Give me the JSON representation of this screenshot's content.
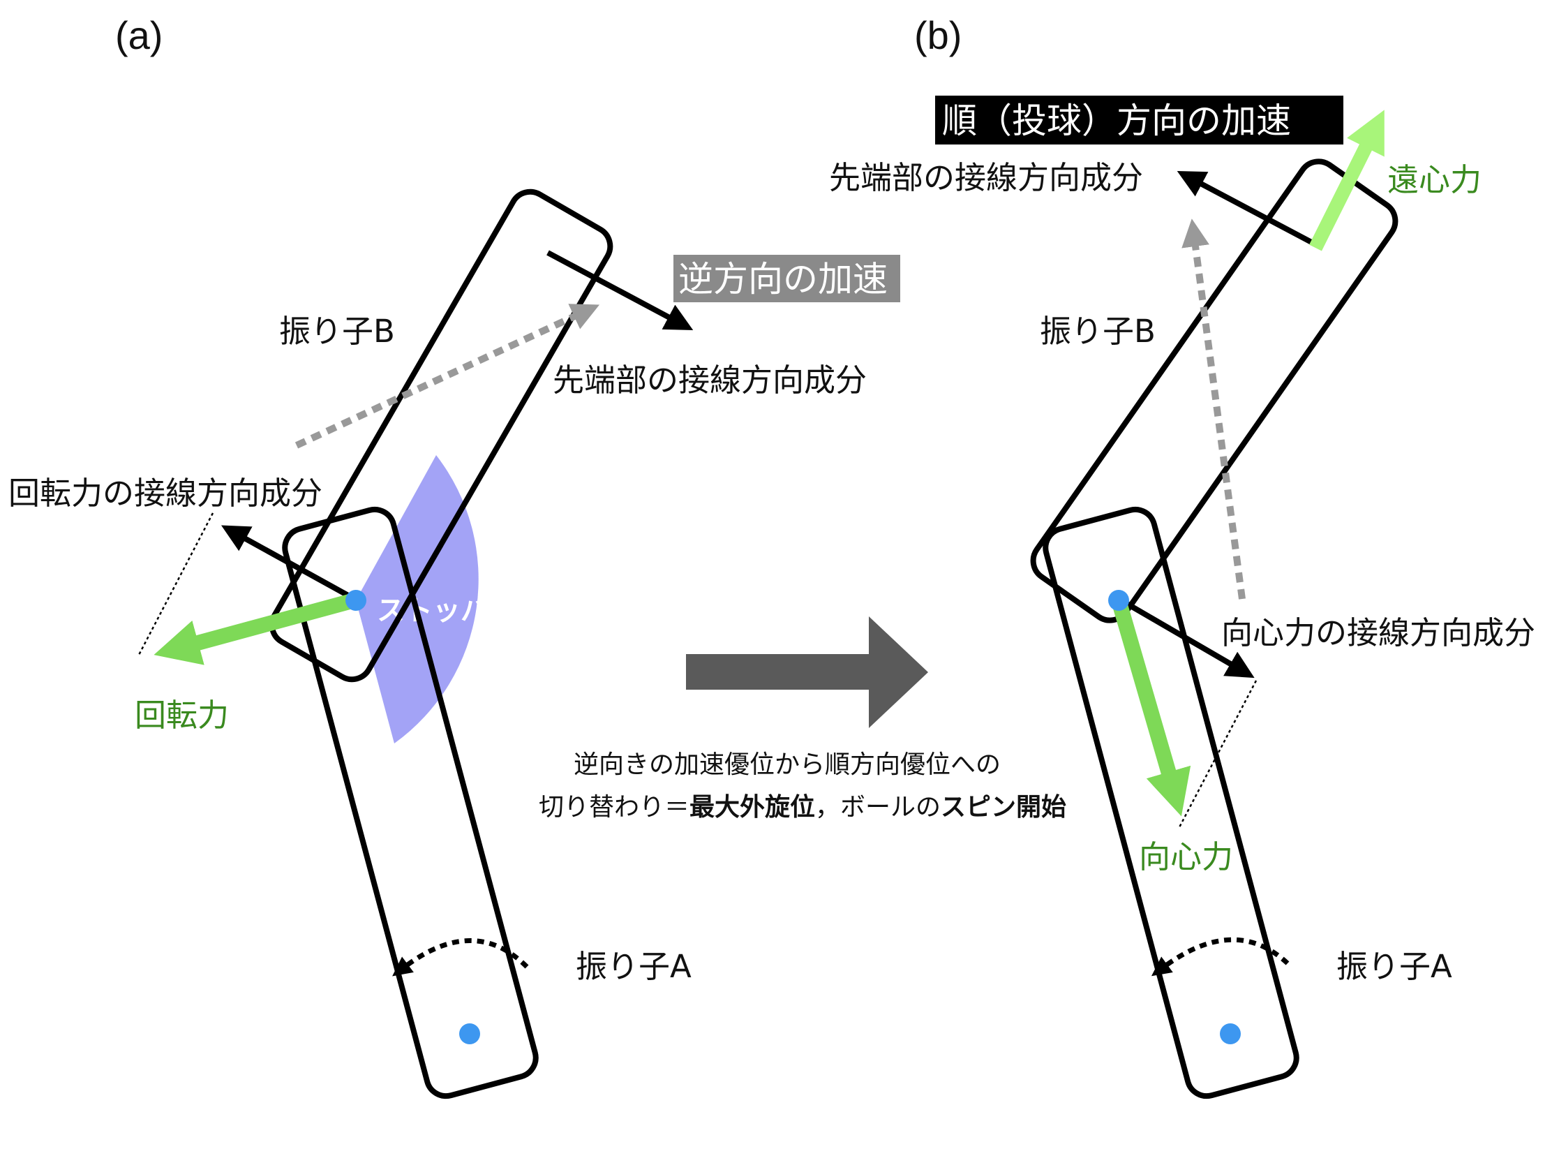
{
  "panel_a": {
    "label": "(a)",
    "pendulum_b": "振り子B",
    "pendulum_a": "振り子A",
    "reverse_acceleration": "逆方向の加速",
    "tip_tangential": "先端部の接線方向成分",
    "rotational_tangential": "回転力の接線方向成分",
    "rotational_force": "回転力",
    "stopper": "ストッパー"
  },
  "panel_b": {
    "label": "(b)",
    "forward_acceleration": "順（投球）方向の加速",
    "tip_tangential": "先端部の接線方向成分",
    "centrifugal": "遠心力",
    "pendulum_b": "振り子B",
    "pendulum_a": "振り子A",
    "centripetal_tangential": "向心力の接線方向成分",
    "centripetal": "向心力"
  },
  "transition": {
    "line1": "逆向きの加速優位から順方向優位への",
    "line2_part1": "切り替わり＝",
    "line2_bold1": "最大外旋位",
    "line2_part2": "，ボールの",
    "line2_bold2": "スピン開始"
  },
  "colors": {
    "green": "#7ed957",
    "green_text": "#3a8a1f",
    "stopper": "#9999f5",
    "joint": "#3d97f0",
    "gray_dotted": "#999999",
    "big_arrow": "#5a5a5a",
    "label_box_gray": "#8a8a8a",
    "label_box_black": "#000000"
  }
}
